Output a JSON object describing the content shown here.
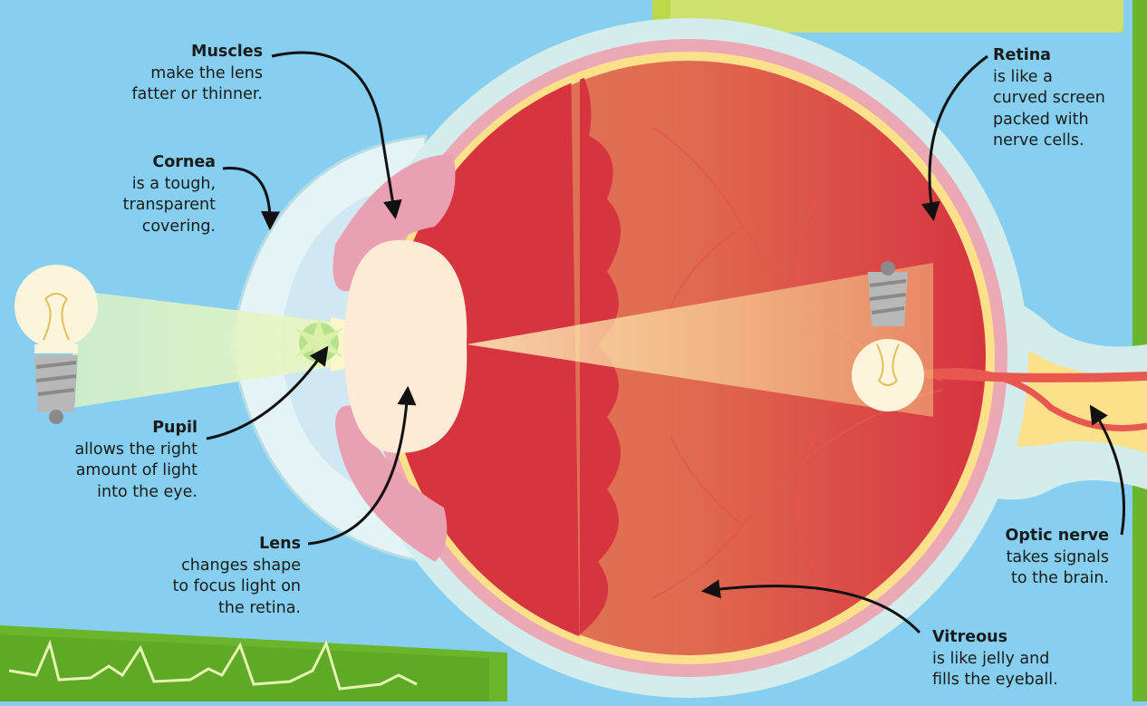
{
  "colors": {
    "background": "#86cff0",
    "sclera": "#d3ecec",
    "choroid": "#eba8b5",
    "retina": "#fde08a",
    "vitreous_red": "#d6343f",
    "lens": "#fdebd5",
    "light_beam": "#fff2b0",
    "green_band": "#6ab52b",
    "box_green": "#cfe070"
  },
  "labels": {
    "muscles": {
      "title": "Muscles",
      "desc": "make the lens\nfatter or thinner."
    },
    "cornea": {
      "title": "Cornea",
      "desc": "is a tough,\ntransparent\ncovering."
    },
    "pupil": {
      "title": "Pupil",
      "desc": "allows the right\namount of light\ninto the eye."
    },
    "lens": {
      "title": "Lens",
      "desc": "changes shape\nto focus light on\nthe retina."
    },
    "retina": {
      "title": "Retina",
      "desc": "is like a\ncurved screen\npacked with\nnerve cells."
    },
    "optic_nerve": {
      "title": "Optic nerve",
      "desc": "takes signals\nto the brain."
    },
    "vitreous": {
      "title": "Vitreous",
      "desc": "is like jelly and\nfills the eyeball."
    }
  },
  "icons": [
    "lightbulb-icon",
    "inverted-lightbulb-icon",
    "heartbeat-line-icon"
  ]
}
